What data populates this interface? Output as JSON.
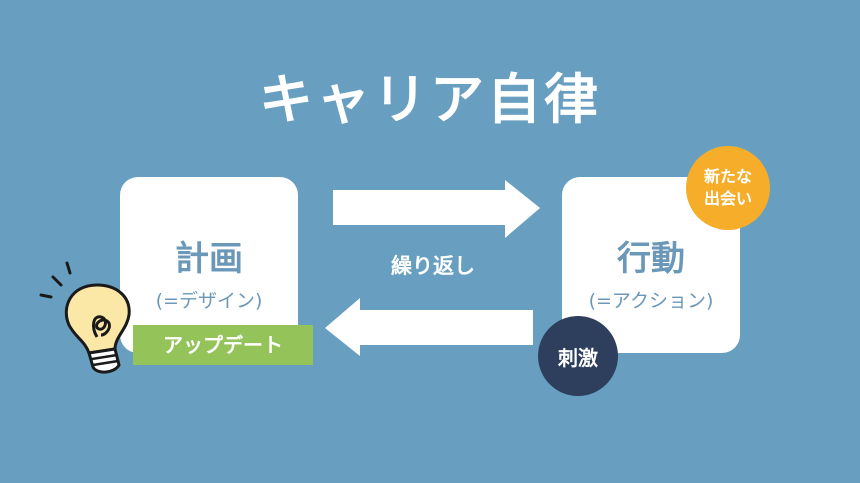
{
  "title": "キャリア自律",
  "plan": {
    "main": "計画",
    "sub": "(=デザイン)"
  },
  "action": {
    "main": "行動",
    "sub": "(=アクション)"
  },
  "cycle_label": "繰り返し",
  "update_label": "アップデート",
  "new_meeting": {
    "line1": "新たな",
    "line2": "出会い"
  },
  "stimulus": "刺激",
  "colors": {
    "background": "#689fc0",
    "green": "#94c35a",
    "orange": "#f5ad2a",
    "navy": "#2d3f5c"
  }
}
